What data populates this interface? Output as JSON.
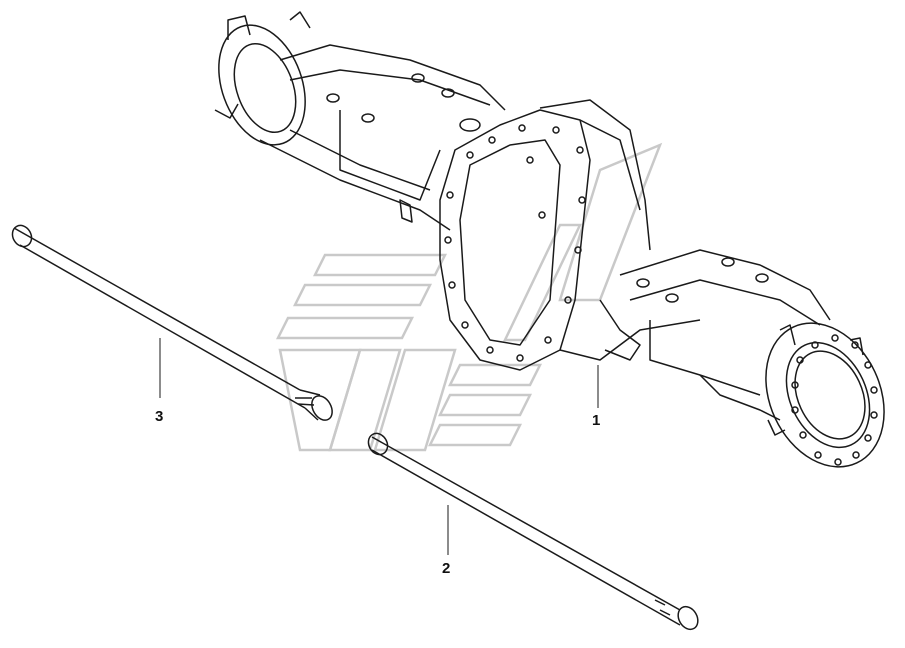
{
  "diagram": {
    "callouts": [
      {
        "label": "1",
        "part": "axle-housing"
      },
      {
        "label": "2",
        "part": "half-shaft-front"
      },
      {
        "label": "3",
        "part": "half-shaft-rear"
      }
    ],
    "colors": {
      "line": "#1a1a1a",
      "watermark": "#c9c9c9",
      "background": "#ffffff"
    }
  }
}
